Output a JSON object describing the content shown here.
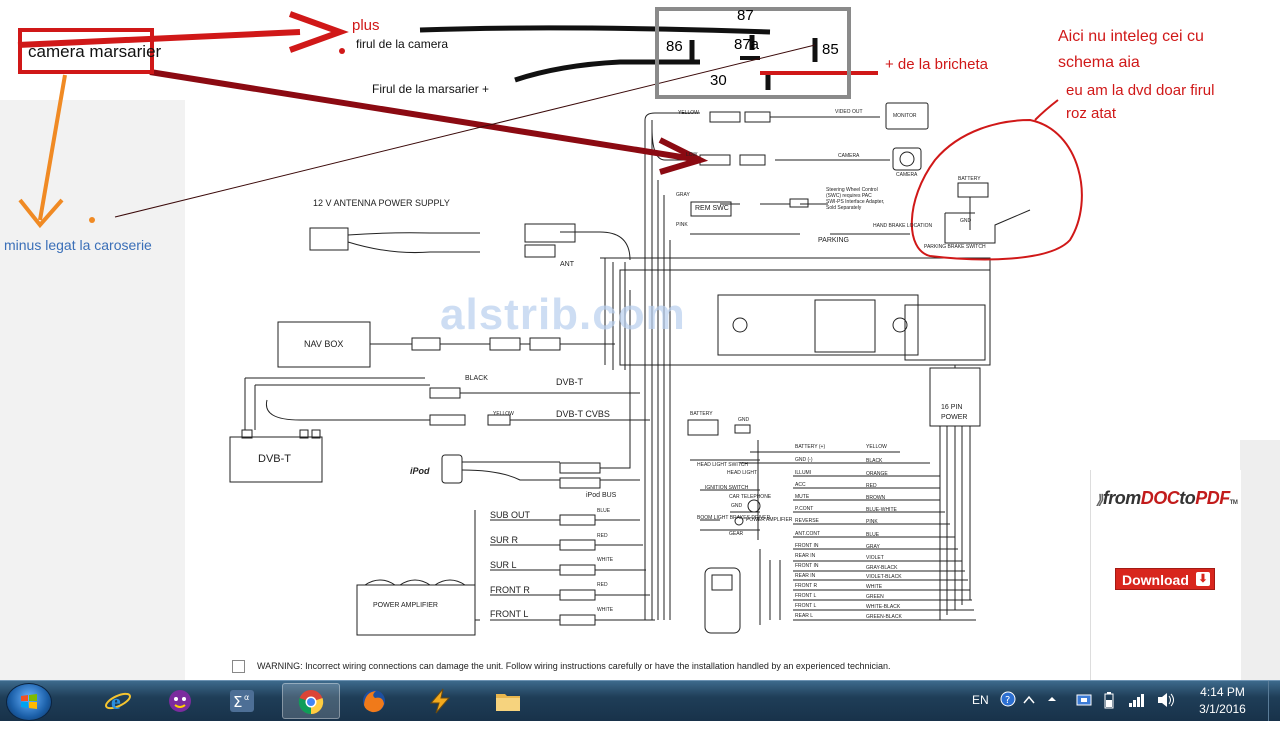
{
  "annotations": {
    "camera_box": "camera marsarier",
    "plus": "plus",
    "camera_wire": "firul de la camera",
    "reverse_wire": "Firul de la marsarier +",
    "lighter": "+ de la bricheta",
    "minus": "minus legat la caroserie",
    "question_line1": "Aici nu inteleg cei cu",
    "question_line2": "schema aia",
    "note_line1": "eu am la dvd doar firul",
    "note_line2": "roz atat"
  },
  "relay": {
    "pin87": "87",
    "pin86": "86",
    "pin87a": "87a",
    "pin85": "85",
    "pin30": "30"
  },
  "diagram": {
    "antenna_supply": "12 V ANTENNA  POWER SUPPLY",
    "ant": "ANT",
    "nav_box": "NAV BOX",
    "black": "BLACK",
    "dvbt": "DVB-T",
    "yellow": "YELLOW",
    "dvbt_cvbs": "DVB-T   CVBS",
    "dvbt_box": "DVB-T",
    "ipod": "iPod",
    "ipod_bus": "iPod BUS",
    "rca_outputs": [
      {
        "label": "SUB OUT",
        "color": "BLUE"
      },
      {
        "label": "SUR R",
        "color": "RED"
      },
      {
        "label": "SUR L",
        "color": "WHITE"
      },
      {
        "label": "FRONT R",
        "color": "RED"
      },
      {
        "label": "FRONT L",
        "color": "WHITE"
      }
    ],
    "power_amp": "POWER AMPLIFIER",
    "top_yellow": "YELLOW",
    "video_out": "VIDEO OUT",
    "monitor": "MONITOR",
    "camera_wire_color": "LOW",
    "camera": "CAMERA",
    "camera_device": "CAMERA",
    "gray": "GRAY",
    "rem_swc": "REM SWC",
    "swc_note": [
      "Steering Wheel Control",
      "(SWC) requires PAC",
      "SWI-PS Interface Adapter,",
      "Sold Separately"
    ],
    "pink": "PINK",
    "hand_brake": "HAND BRAKE LOCATION",
    "parking": "PARKING",
    "battery": "BATTERY",
    "gnd": "GND",
    "parking_brake_switch": "PARKING BRAKE SWITCH",
    "pin16": [
      "16 PIN",
      "POWER"
    ],
    "power_wires": [
      {
        "fn": "BATTERY (+)",
        "color": "YELLOW"
      },
      {
        "fn": "GND (-)",
        "color": "BLACK"
      },
      {
        "fn": "ILLUMI",
        "color": "ORANGE"
      },
      {
        "fn": "ACC",
        "color": "RED"
      },
      {
        "fn": "MUTE",
        "color": "BROWN"
      },
      {
        "fn": "P.CONT",
        "color": "BLUE-WHITE"
      },
      {
        "fn": "REVERSE",
        "color": "PINK"
      },
      {
        "fn": "ANT.CONT",
        "color": "BLUE"
      },
      {
        "fn": "FRONT IN",
        "color": "GRAY"
      },
      {
        "fn": "REAR IN",
        "color": "VIOLET"
      },
      {
        "fn": "FRONT IN",
        "color": "GRAY-BLACK"
      },
      {
        "fn": "REAR IN",
        "color": "VIOLET-BLACK"
      },
      {
        "fn": "FRONT R",
        "color": "WHITE"
      },
      {
        "fn": "FRONT L",
        "color": "GREEN"
      },
      {
        "fn": "FRONT L",
        "color": "WHITE-BLACK"
      },
      {
        "fn": "REAR L",
        "color": "GREEN-BLACK"
      }
    ],
    "left_block": [
      "HEAD LIGHT SWITCH",
      "HEAD LIGHT",
      "IGNITION SWITCH",
      "CAR TELEPHONE",
      "GND",
      "BOOM LIGHT BRAKES DRIVER",
      "GEAR"
    ],
    "power_amplifier_small": "POWER AMPLIFIER",
    "warning": "WARNING: Incorrect wiring connections can damage the unit. Follow wiring instructions carefully or have the installation handled by an experienced technician.",
    "watermark": "alstrib.com"
  },
  "ad": {
    "logo_from": "from",
    "logo_doc": "DOC",
    "logo_to": "to",
    "logo_pdf": "PDF",
    "logo_tm": "TM",
    "download": "Download"
  },
  "taskbar": {
    "apps": [
      "start-button",
      "internet-explorer",
      "yahoo-messenger",
      "sigma-math",
      "chrome",
      "firefox",
      "winamp",
      "file-explorer"
    ],
    "lang": "EN",
    "time": "4:14 PM",
    "date": "3/1/2016"
  },
  "colors": {
    "annotation_red": "#d01818",
    "annotation_dark_red": "#8b0a12",
    "annotation_orange": "#f08a24",
    "annotation_blue": "#3a6fb8"
  }
}
